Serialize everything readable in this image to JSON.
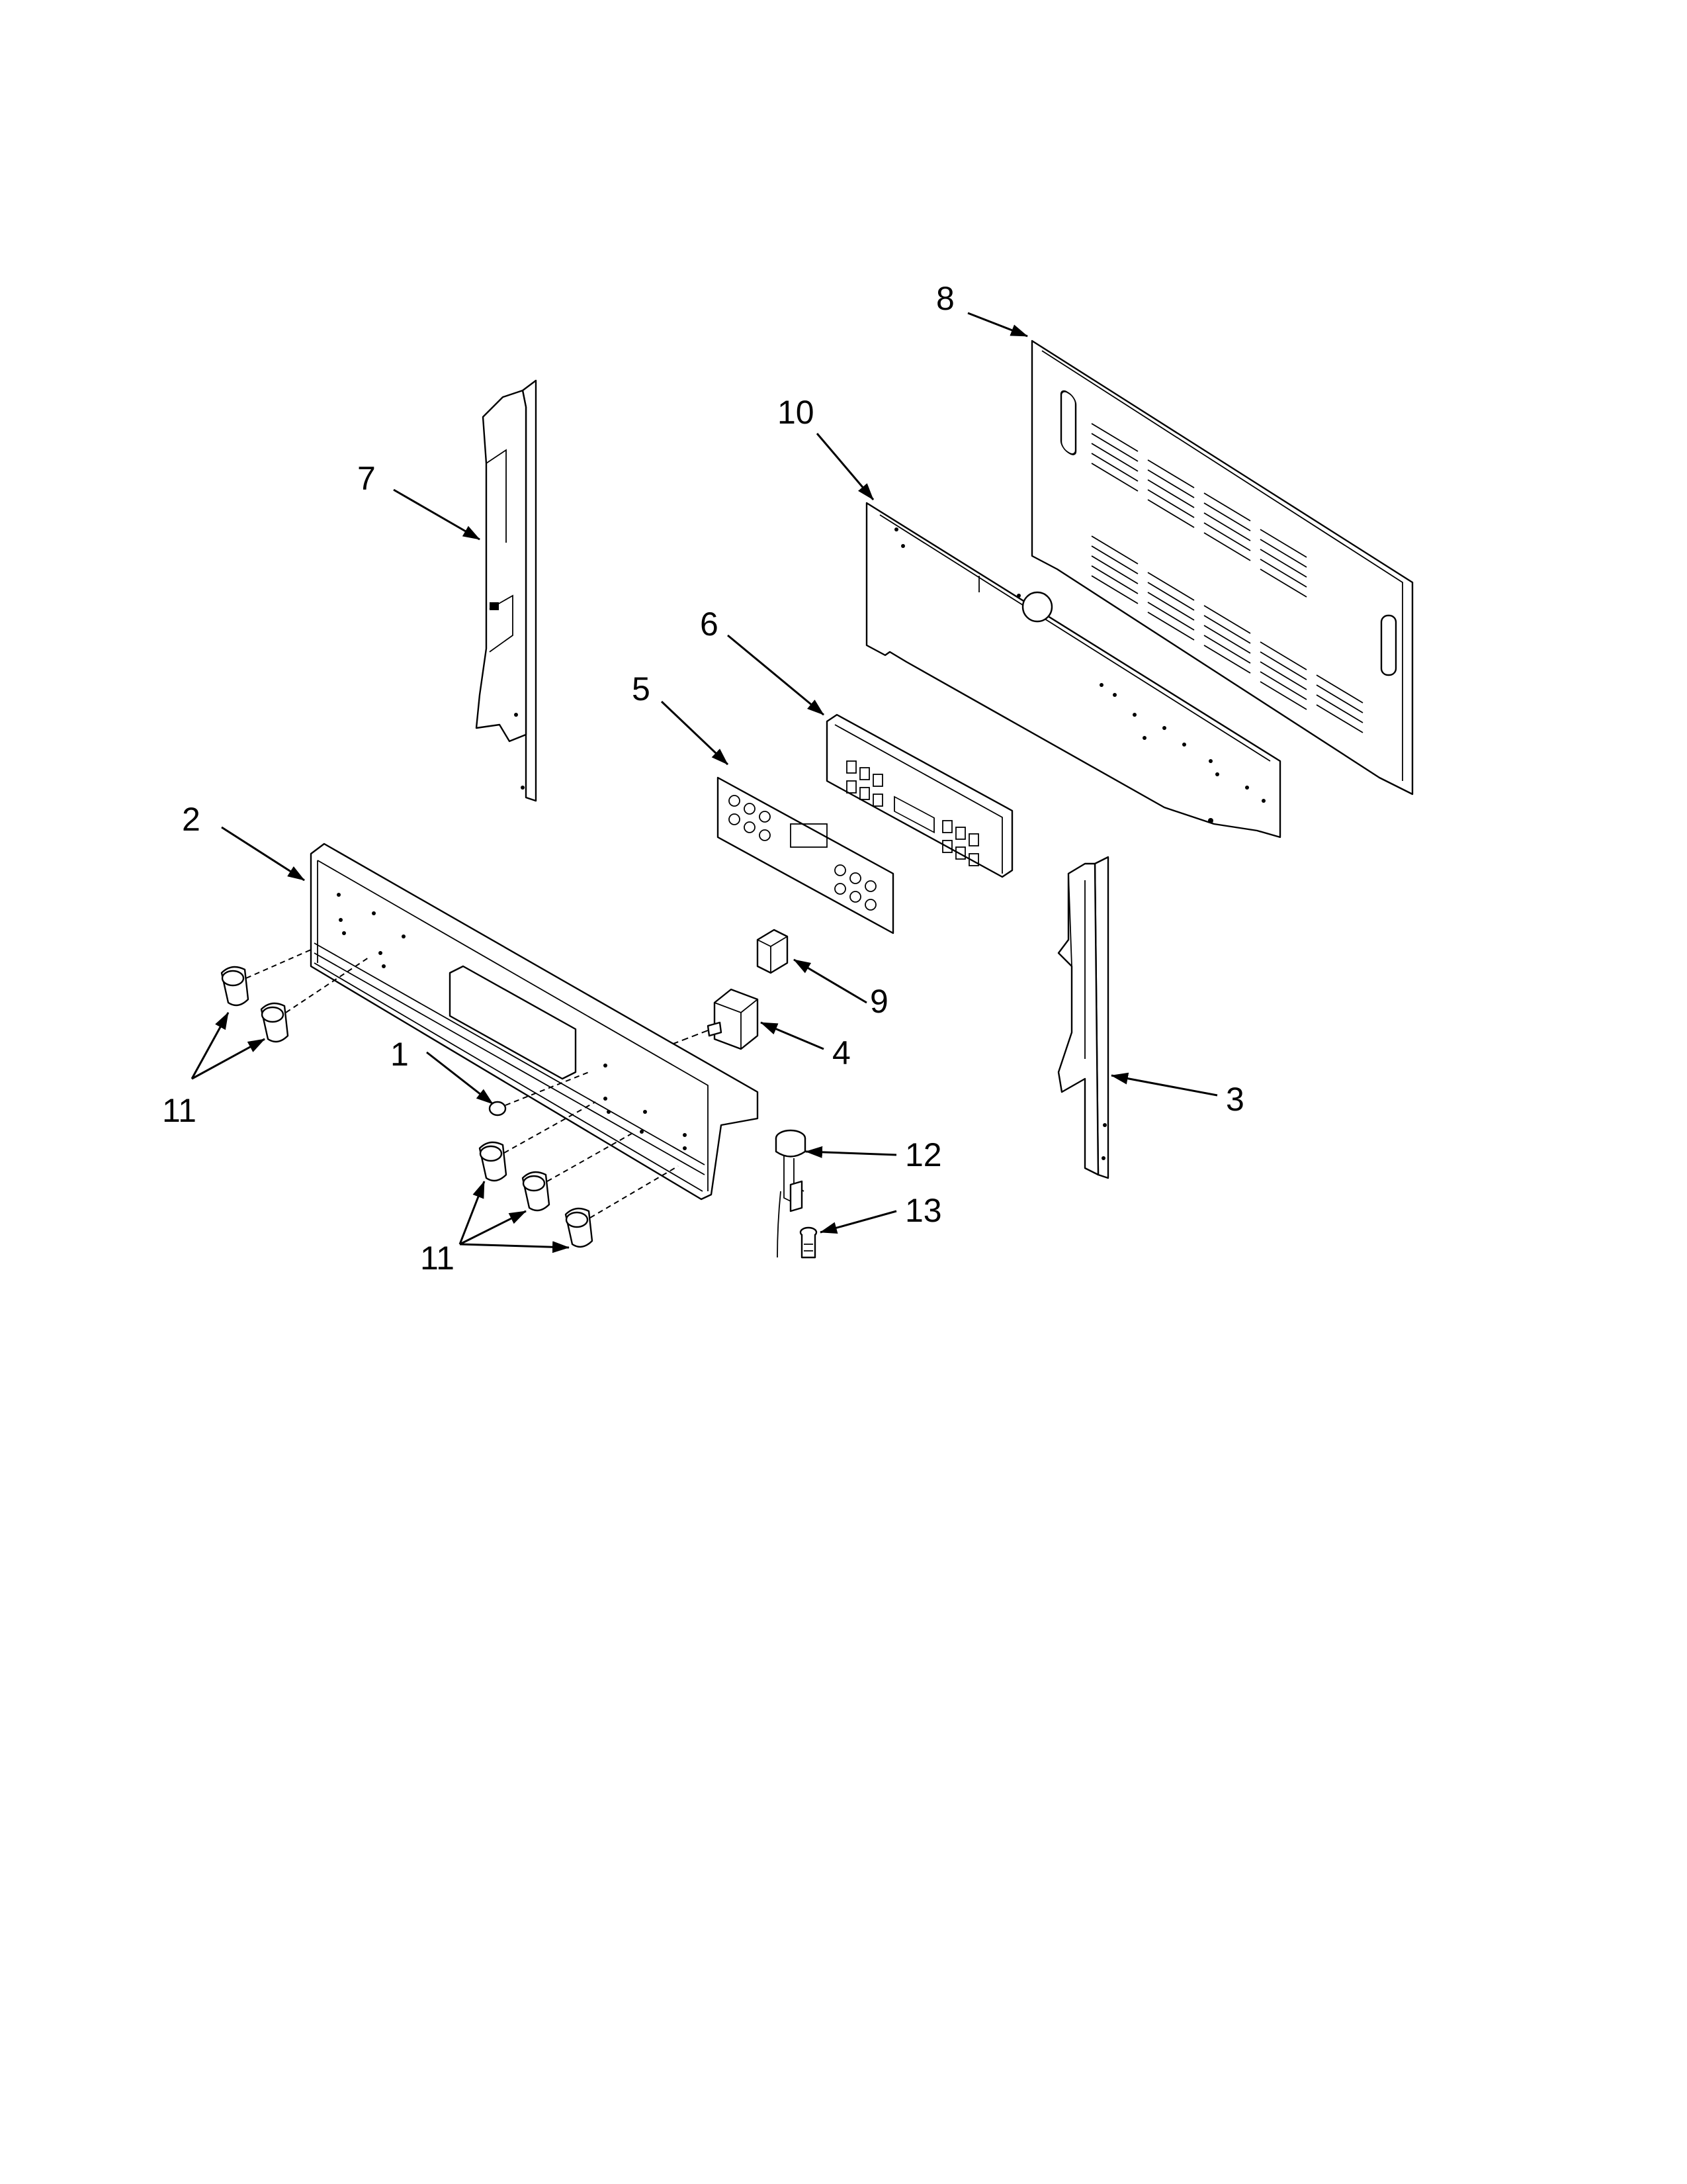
{
  "callouts": [
    {
      "id": "1",
      "label": "1"
    },
    {
      "id": "2",
      "label": "2"
    },
    {
      "id": "3",
      "label": "3"
    },
    {
      "id": "4",
      "label": "4"
    },
    {
      "id": "5",
      "label": "5"
    },
    {
      "id": "6",
      "label": "6"
    },
    {
      "id": "7",
      "label": "7"
    },
    {
      "id": "8",
      "label": "8"
    },
    {
      "id": "9",
      "label": "9"
    },
    {
      "id": "10",
      "label": "10"
    },
    {
      "id": "11a",
      "label": "11"
    },
    {
      "id": "11b",
      "label": "11"
    },
    {
      "id": "12",
      "label": "12"
    },
    {
      "id": "13",
      "label": "13"
    }
  ]
}
